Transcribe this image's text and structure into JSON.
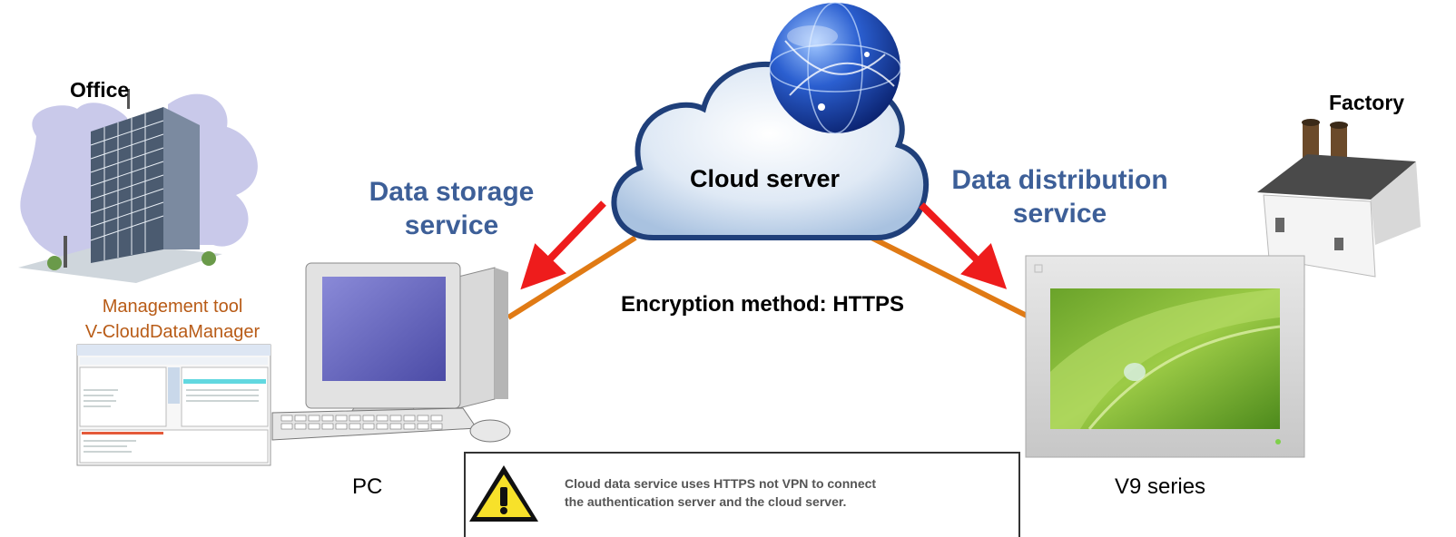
{
  "labels": {
    "office": "Office",
    "factory": "Factory",
    "cloud_server": "Cloud server",
    "data_storage": [
      "Data storage",
      "service"
    ],
    "data_distribution": [
      "Data distribution",
      "service"
    ],
    "management_tool": [
      "Management tool",
      "V-CloudDataManager"
    ],
    "encryption": "Encryption method: HTTPS",
    "pc": "PC",
    "v9_series": "V9 series"
  },
  "warning": {
    "text": [
      "Cloud data service uses HTTPS not VPN to connect",
      "the authentication server and the cloud server."
    ]
  },
  "colors": {
    "arrow_red": "#ee1c1c",
    "link_orange": "#e07a14",
    "service_blue": "#3d5f98",
    "tool_brown": "#b85b16"
  }
}
